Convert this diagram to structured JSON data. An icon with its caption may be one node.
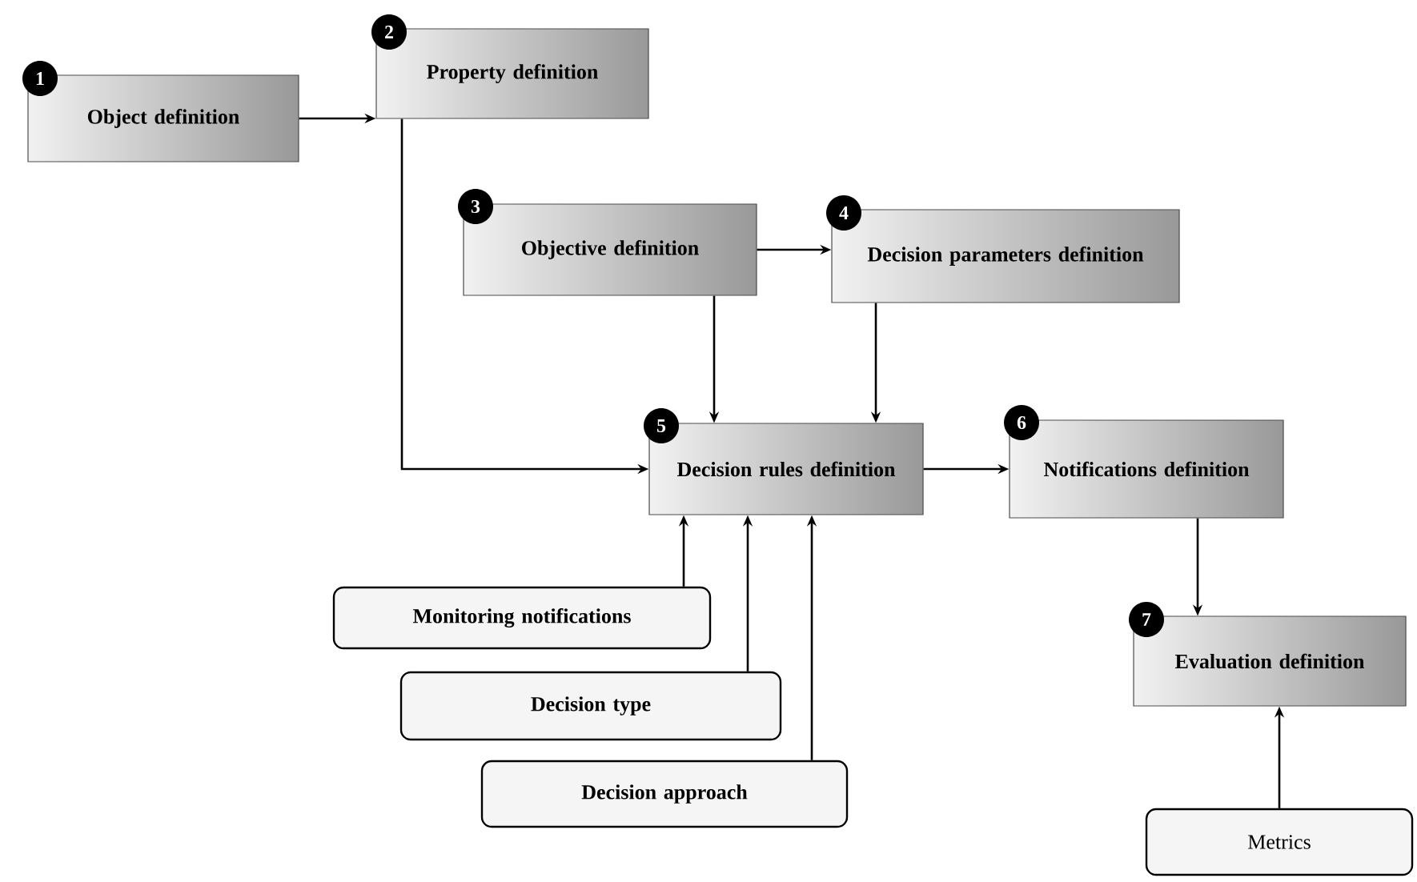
{
  "diagram": {
    "nodes": [
      {
        "text": [
          "1",
          "Object definition"
        ]
      },
      {
        "text": [
          "2",
          "Property definition"
        ]
      },
      {
        "text": [
          "3",
          "Objective definition"
        ]
      },
      {
        "text": [
          "4",
          "Decision parameters definition"
        ]
      },
      {
        "text": [
          "5",
          "Decision rules definition"
        ]
      },
      {
        "text": [
          "6",
          "Notifications definition"
        ]
      },
      {
        "text": [
          "7",
          "Evaluation definition"
        ]
      },
      {
        "text": [
          "Monitoring notifications"
        ]
      },
      {
        "text": [
          "Decision type"
        ]
      },
      {
        "text": [
          "Decision approach"
        ]
      },
      {
        "text": [
          "Metrics"
        ]
      }
    ],
    "edges": [
      {
        "from": 0,
        "to": 1,
        "arrow": "to"
      },
      {
        "from": 1,
        "to": 4,
        "arrow": "to"
      },
      {
        "from": 2,
        "to": 3,
        "arrow": "to"
      },
      {
        "from": 2,
        "to": 4,
        "arrow": "to"
      },
      {
        "from": 3,
        "to": 4,
        "arrow": "to"
      },
      {
        "from": 4,
        "to": 5,
        "arrow": "to"
      },
      {
        "from": 5,
        "to": 6,
        "arrow": "to"
      },
      {
        "from": 7,
        "to": 4,
        "arrow": "to"
      },
      {
        "from": 8,
        "to": 4,
        "arrow": "to"
      },
      {
        "from": 9,
        "to": 4,
        "arrow": "to"
      },
      {
        "from": 10,
        "to": 6,
        "arrow": "to"
      }
    ]
  }
}
